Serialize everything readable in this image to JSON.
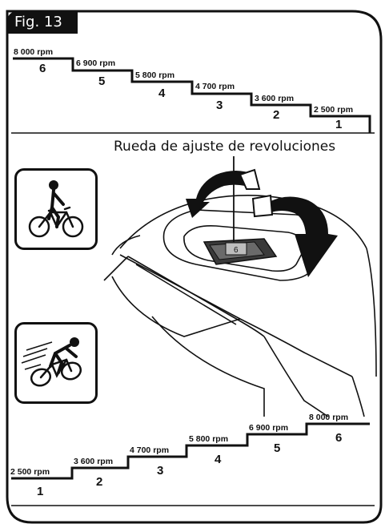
{
  "figure": {
    "label": "Fig. 13"
  },
  "caption": "Rueda de ajuste de revoluciones",
  "top_stairs": [
    {
      "rpm": "8 000 rpm",
      "level": "6"
    },
    {
      "rpm": "6 900 rpm",
      "level": "5"
    },
    {
      "rpm": "5 800 rpm",
      "level": "4"
    },
    {
      "rpm": "4 700 rpm",
      "level": "3"
    },
    {
      "rpm": "3 600 rpm",
      "level": "2"
    },
    {
      "rpm": "2 500 rpm",
      "level": "1"
    }
  ],
  "bottom_stairs": [
    {
      "rpm": "2 500 rpm",
      "level": "1"
    },
    {
      "rpm": "3 600 rpm",
      "level": "2"
    },
    {
      "rpm": "4 700 rpm",
      "level": "3"
    },
    {
      "rpm": "5 800 rpm",
      "level": "4"
    },
    {
      "rpm": "6 900 rpm",
      "level": "5"
    },
    {
      "rpm": "8 000 rpm",
      "level": "6"
    }
  ],
  "icons": {
    "slow": "slow-cyclist-icon",
    "fast": "fast-cyclist-icon"
  }
}
